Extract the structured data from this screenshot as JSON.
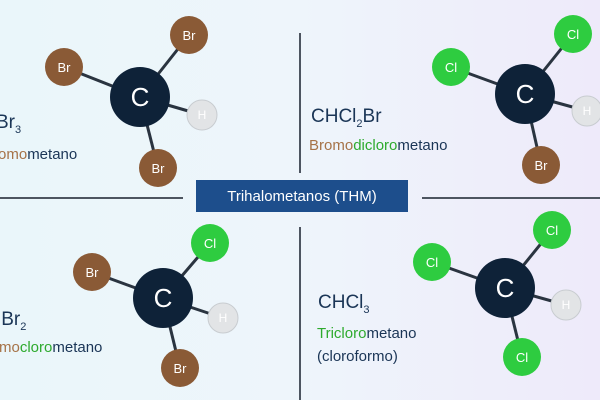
{
  "title": "Trihalometanos (THM)",
  "colors": {
    "title_bg": "#1d4e8c",
    "carbon": "#0e2238",
    "bromine": "#8a5a36",
    "chlorine": "#2ecc40",
    "hydrogen": "#e2e4e6",
    "name_cl": "#2eaa2e",
    "name_br": "#a67348",
    "text_dark": "#1a3556"
  },
  "compounds": [
    {
      "id": "top-left",
      "formula": {
        "base": "Br",
        "sub": "3"
      },
      "name_parts": [
        {
          "text": "omo",
          "kind": "br"
        },
        {
          "text": "metano",
          "kind": "rest"
        }
      ],
      "atoms": {
        "center": "C",
        "a": "Br",
        "b": "Br",
        "c": "Br",
        "h": "H"
      }
    },
    {
      "id": "top-right",
      "formula": {
        "base": "CHCl",
        "sub": "2",
        "tail": "Br"
      },
      "name_parts": [
        {
          "text": "Bromo",
          "kind": "br"
        },
        {
          "text": "dicloro",
          "kind": "cl"
        },
        {
          "text": "metano",
          "kind": "rest"
        }
      ],
      "atoms": {
        "center": "C",
        "a": "Cl",
        "b": "Cl",
        "c": "Br",
        "h": "H"
      }
    },
    {
      "id": "bottom-left",
      "formula": {
        "base": "lBr",
        "sub": "2"
      },
      "name_parts": [
        {
          "text": "mo",
          "kind": "br"
        },
        {
          "text": "cloro",
          "kind": "cl"
        },
        {
          "text": "metano",
          "kind": "rest"
        }
      ],
      "atoms": {
        "center": "C",
        "a": "Br",
        "b": "Cl",
        "c": "Br",
        "h": "H"
      }
    },
    {
      "id": "bottom-right",
      "formula": {
        "base": "CHCl",
        "sub": "3"
      },
      "name_parts": [
        {
          "text": "Tricloro",
          "kind": "cl"
        },
        {
          "text": "metano",
          "kind": "rest"
        }
      ],
      "note": "(cloroformo)",
      "atoms": {
        "center": "C",
        "a": "Cl",
        "b": "Cl",
        "c": "Cl",
        "h": "H"
      }
    }
  ]
}
